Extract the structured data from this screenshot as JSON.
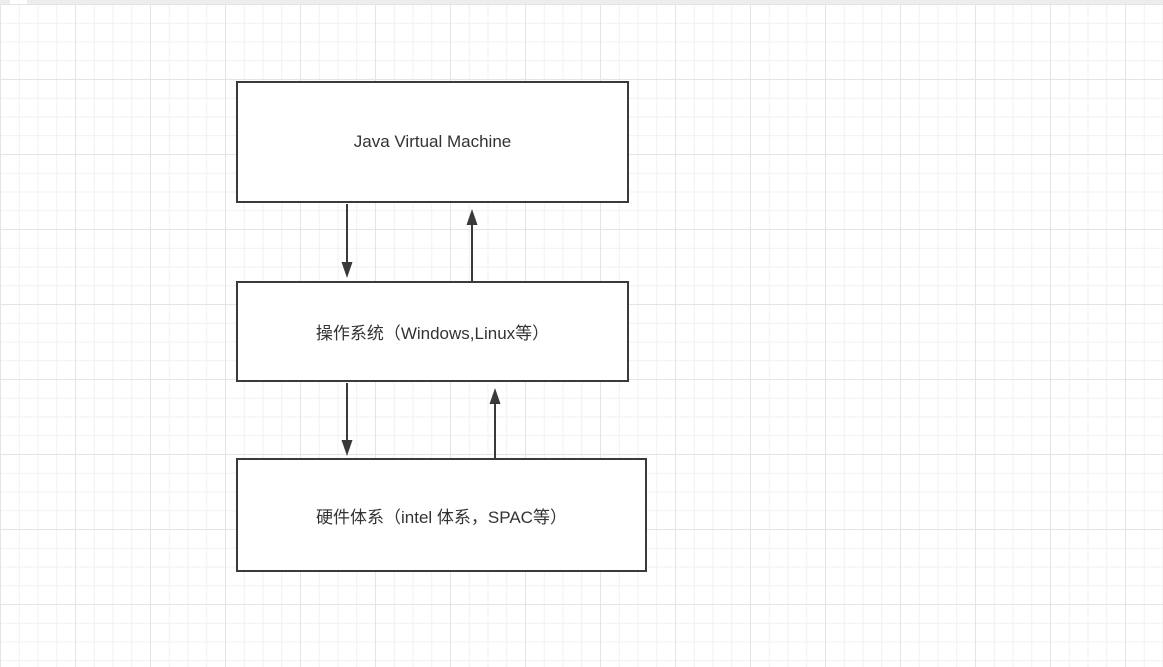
{
  "canvas": {
    "background_color": "#ffffff",
    "grid_minor_color": "#f1f1f4",
    "grid_major_color": "#e4e4e7",
    "top_edge_color": "#ededee",
    "stroke_color": "#3a3a3a",
    "text_color": "#333333"
  },
  "diagram": {
    "nodes": [
      {
        "id": "jvm",
        "label": "Java Virtual Machine"
      },
      {
        "id": "os",
        "label": "操作系统（Windows,Linux等）"
      },
      {
        "id": "hardware",
        "label": "硬件体系（intel 体系，SPAC等）"
      }
    ],
    "edges": [
      {
        "from": "jvm",
        "to": "os",
        "direction": "down"
      },
      {
        "from": "os",
        "to": "jvm",
        "direction": "up"
      },
      {
        "from": "os",
        "to": "hardware",
        "direction": "down"
      },
      {
        "from": "hardware",
        "to": "os",
        "direction": "up"
      }
    ]
  }
}
